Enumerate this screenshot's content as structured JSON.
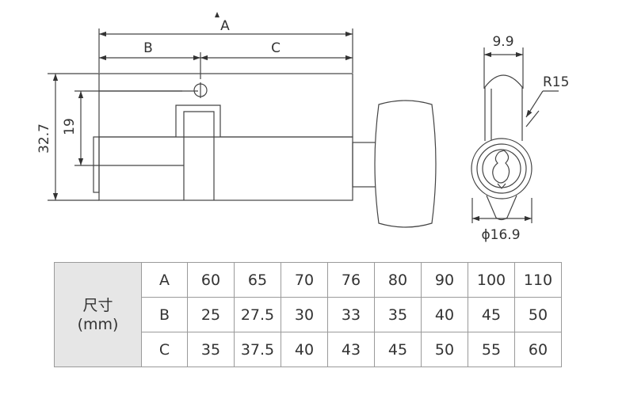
{
  "dimensions": {
    "A": "A",
    "B": "B",
    "C": "C",
    "height_total": "32.7",
    "height_inner": "19",
    "width_side": "9.9",
    "radius": "R15",
    "diameter": "ϕ16.9"
  },
  "table": {
    "header_line1": "尺寸",
    "header_line2": "(mm)",
    "rows": [
      {
        "label": "A",
        "values": [
          "60",
          "65",
          "70",
          "76",
          "80",
          "90",
          "100",
          "110"
        ]
      },
      {
        "label": "B",
        "values": [
          "25",
          "27.5",
          "30",
          "33",
          "35",
          "40",
          "45",
          "50"
        ]
      },
      {
        "label": "C",
        "values": [
          "35",
          "37.5",
          "40",
          "43",
          "45",
          "50",
          "55",
          "60"
        ]
      }
    ]
  }
}
